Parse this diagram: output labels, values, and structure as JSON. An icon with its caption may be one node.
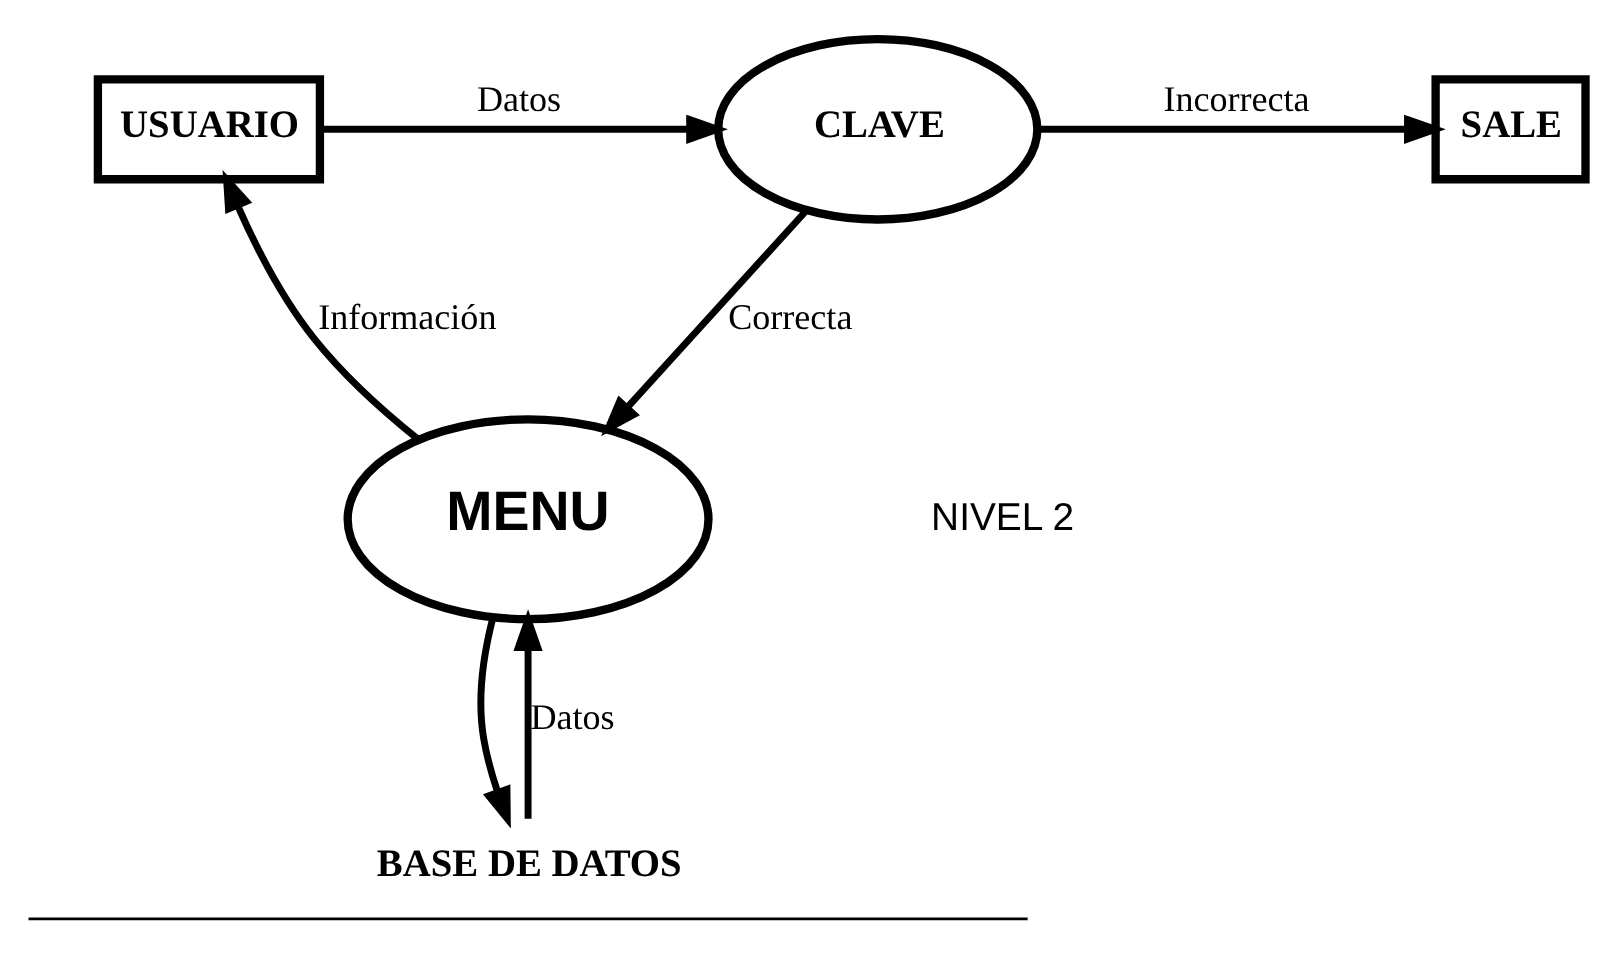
{
  "diagram": {
    "nodes": [
      {
        "text": [
          "USUARIO"
        ]
      },
      {
        "text": [
          "CLAVE"
        ]
      },
      {
        "text": [
          "SALE"
        ]
      },
      {
        "text": [
          "MENU"
        ]
      },
      {
        "text": [
          "BASE DE DATOS"
        ]
      }
    ],
    "edges": [
      {
        "from": 0,
        "to": 1,
        "arrow": "to",
        "label": "Datos"
      },
      {
        "from": 1,
        "to": 2,
        "arrow": "to",
        "label": "Incorrecta"
      },
      {
        "from": 1,
        "to": 3,
        "arrow": "to",
        "label": "Correcta"
      },
      {
        "from": 3,
        "to": 0,
        "arrow": "to",
        "label": "Información"
      },
      {
        "from": 3,
        "to": 4,
        "arrow": "to"
      },
      {
        "from": 4,
        "to": 3,
        "arrow": "to",
        "label": "Datos"
      }
    ],
    "labels": [
      "NIVEL 2"
    ]
  }
}
